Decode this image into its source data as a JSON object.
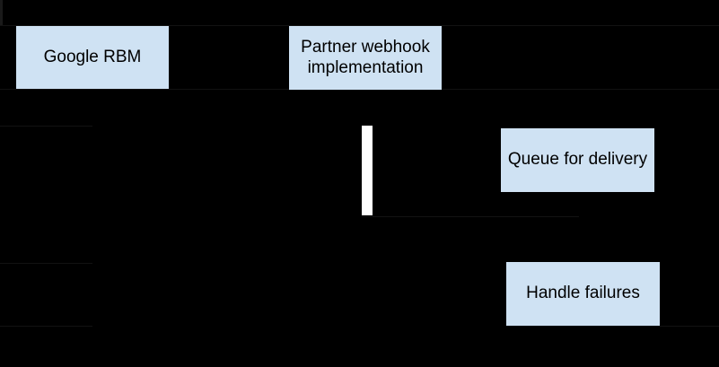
{
  "colors": {
    "background": "#000000",
    "box_fill": "#cfe2f3",
    "activation_bar": "#ffffff",
    "box_text": "#000000"
  },
  "diagram": {
    "type": "sequence",
    "participants": [
      {
        "label": "Google RBM"
      },
      {
        "label": "Partner webhook implementation"
      }
    ],
    "notes": [
      {
        "label": "Queue for delivery"
      },
      {
        "label": "Handle failures"
      }
    ]
  }
}
